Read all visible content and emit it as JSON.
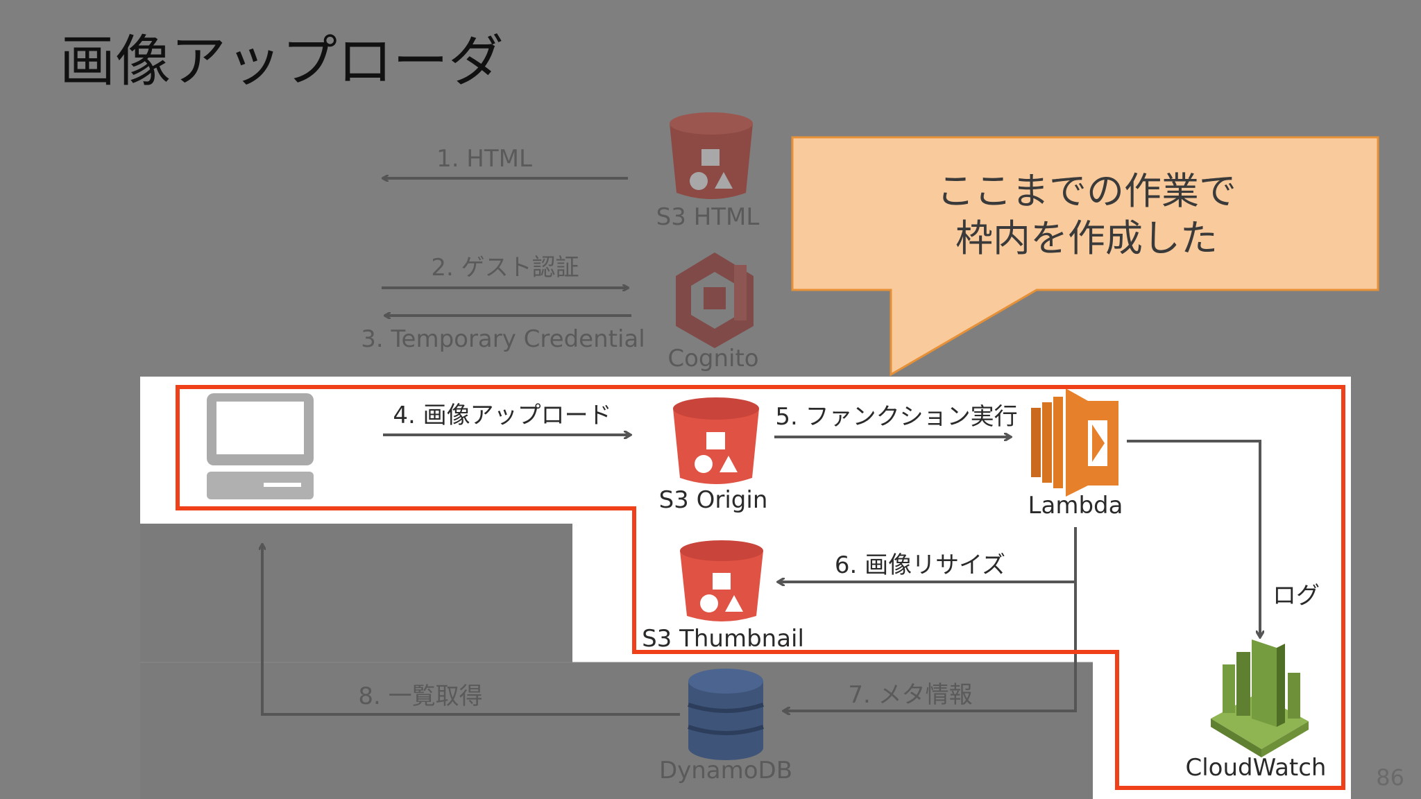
{
  "slide": {
    "title": "画像アップローダ",
    "page_number": "86",
    "callout": {
      "line1": "ここまでの作業で",
      "line2": "枠内を作成した"
    }
  },
  "nodes": {
    "s3_html": "S3 HTML",
    "cognito": "Cognito",
    "s3_origin": "S3 Origin",
    "lambda": "Lambda",
    "s3_thumbnail": "S3 Thumbnail",
    "cloudwatch": "CloudWatch",
    "dynamodb": "DynamoDB"
  },
  "steps": {
    "step1": "1. HTML",
    "step2": "2. ゲスト認証",
    "step3": "3. Temporary Credential",
    "step4": "4. 画像アップロード",
    "step5": "5. ファンクション実行",
    "step6": "6. 画像リサイズ",
    "step7": "7. メタ情報",
    "step8": "8. 一覧取得",
    "log": "ログ"
  },
  "colors": {
    "background": "#7f7f7f",
    "highlight_border": "#f0401a",
    "callout_fill": "#f9cb9c",
    "callout_border": "#e69138",
    "s3_red": "#e05243",
    "lambda_orange": "#e7802a",
    "cloudwatch_green": "#759c3e",
    "cognito_red": "#ad2b23",
    "dynamodb_blue": "#3b5a8a"
  }
}
